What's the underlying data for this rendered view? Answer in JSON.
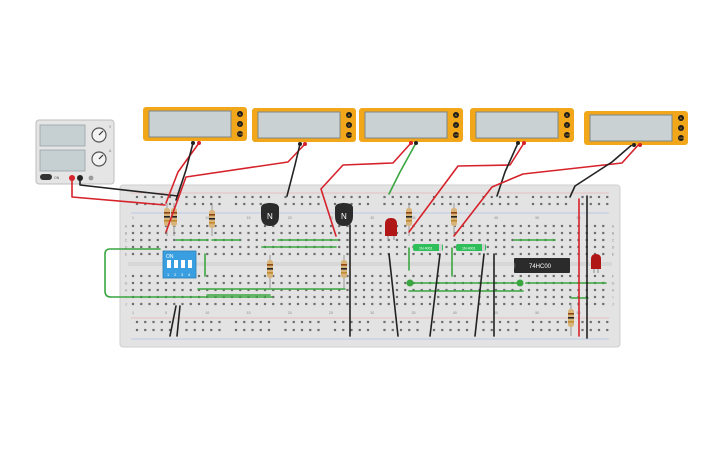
{
  "power_supply": {
    "knob_labels": [
      "V",
      "A"
    ],
    "switch_label": "ON",
    "terminal_colors": {
      "positive": "#d6222a",
      "negative": "#222222"
    }
  },
  "multimeters": [
    {
      "id": "multimeter-1",
      "terminals": [
        "A",
        "V",
        "COM"
      ]
    },
    {
      "id": "multimeter-2",
      "terminals": [
        "A",
        "V",
        "COM"
      ]
    },
    {
      "id": "multimeter-3",
      "terminals": [
        "A",
        "V",
        "COM"
      ]
    },
    {
      "id": "multimeter-4",
      "terminals": [
        "A",
        "V",
        "COM"
      ]
    },
    {
      "id": "multimeter-5",
      "terminals": [
        "A",
        "V",
        "COM"
      ]
    }
  ],
  "breadboard": {
    "column_numbers": [
      "1",
      "5",
      "10",
      "15",
      "20",
      "25",
      "30",
      "35",
      "40",
      "45",
      "50",
      "55"
    ],
    "row_letters_top": [
      "A",
      "B",
      "C",
      "D",
      "E"
    ],
    "row_letters_bottom": [
      "F",
      "G",
      "H",
      "I",
      "J"
    ]
  },
  "components": {
    "transistor_label": "N",
    "dip_switch": {
      "label": "ON",
      "positions": [
        "1",
        "2",
        "3",
        "4"
      ]
    },
    "diode_label": "1N 4001",
    "ic_label": "74HC00"
  },
  "colors": {
    "multimeter_body": "#f2a71b",
    "multimeter_screen": "#c9d1d3",
    "breadboard": "#e3e3e3",
    "wire_red": "#d6222a",
    "wire_black": "#222222",
    "wire_green": "#3aa640",
    "led_red": "#b11616",
    "dip_switch": "#3a9fe0"
  }
}
